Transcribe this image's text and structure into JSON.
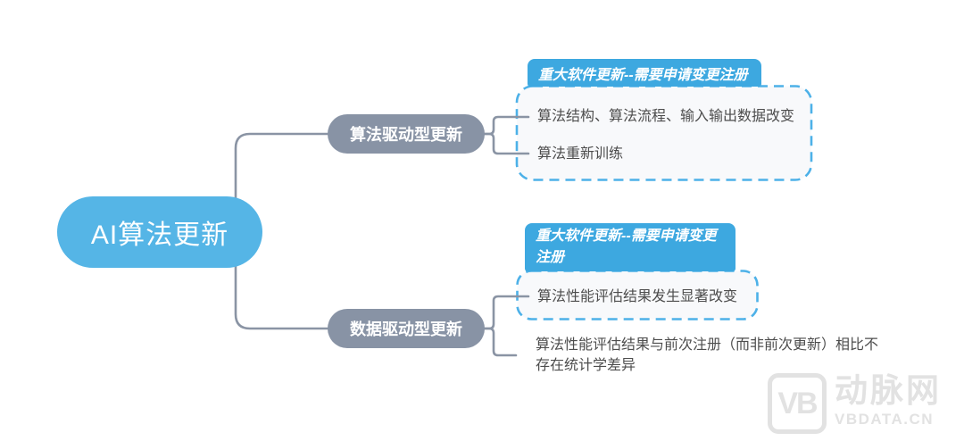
{
  "root": {
    "label": "AI算法更新"
  },
  "branches": [
    {
      "label": "算法驱动型更新",
      "header": "重大软件更新--需要申请变更注册",
      "items": [
        "算法结构、算法流程、输入输出数据改变",
        "算法重新训练"
      ],
      "note": ""
    },
    {
      "label": "数据驱动型更新",
      "header": "重大软件更新--需要申请变更注册",
      "items": [
        "算法性能评估结果发生显著改变"
      ],
      "note": "算法性能评估结果与前次注册（而非前次更新）相比不存在统计学差异"
    }
  ],
  "watermark": {
    "logo": "VB",
    "name": "动脉网",
    "domain": "VBDATA.CN"
  },
  "colors": {
    "root_blue": "#55B5E6",
    "header_blue": "#3DA8E0",
    "node_gray": "#8893A5",
    "dash_border_blue": "#4DB1E8",
    "box_background": "#F8F9FB",
    "connector_gray": "#8A94A4",
    "body_text": "#4D4D4D",
    "watermark_gray": "#E2E2E2"
  }
}
